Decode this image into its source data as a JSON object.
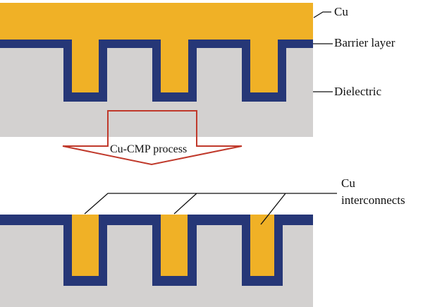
{
  "title": "Cu-CMP process schematic",
  "labels": {
    "cu": "Cu",
    "barrier": "Barrier layer",
    "dielectric": "Dielectric",
    "process": "Cu-CMP process",
    "interconnects_line1": "Cu",
    "interconnects_line2": "interconnects"
  },
  "colors": {
    "copper": "#f0b126",
    "barrier": "#263777",
    "dielectric": "#d3d1d0",
    "arrow": "#c0392b"
  }
}
